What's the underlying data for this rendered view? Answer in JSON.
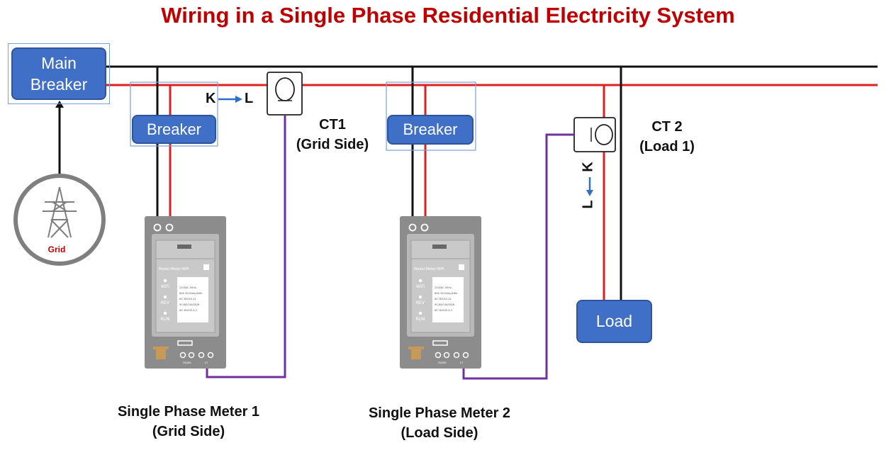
{
  "title": "Wiring in a Single Phase Residential Electricity System",
  "main_breaker": {
    "line1": "Main",
    "line2": "Breaker"
  },
  "grid": {
    "label": "Grid"
  },
  "breaker1": {
    "label": "Breaker"
  },
  "breaker2": {
    "label": "Breaker"
  },
  "ct1": {
    "k": "K",
    "l": "L",
    "line1": "CT1",
    "line2": "(Grid Side)"
  },
  "ct2": {
    "k": "K",
    "l": "L",
    "line1": "CT 2",
    "line2": "(Load 1)"
  },
  "load": {
    "label": "Load"
  },
  "meter1": {
    "model": "Model:Meter-WiFi",
    "ind_wifi": "WiFi",
    "ind_rev": "REV",
    "ind_run": "RUN",
    "spec1": "220VAC 50Hz",
    "spec2": "60A 3200imp/kWh",
    "spec3": "IEC 62053-21",
    "spec4": "50-60V/3A/GB/6",
    "spec5": "IEC 61000-4-2",
    "port_label1": "RS485",
    "port_label2": "CT",
    "caption1": "Single Phase Meter 1",
    "caption2": "(Grid Side)"
  },
  "meter2": {
    "model": "Model:Meter-WiFi",
    "ind_wifi": "WiFi",
    "ind_rev": "REV",
    "ind_run": "RUN",
    "spec1": "220VAC 50Hz",
    "spec2": "60A 3200imp/kWh",
    "spec3": "IEC 62053-21",
    "spec4": "50-60V/3A/GB/6",
    "spec5": "IEC 61000-4-2",
    "port_label1": "RS485",
    "port_label2": "CT",
    "caption1": "Single Phase Meter 2",
    "caption2": "(Load Side)"
  },
  "colors": {
    "live": "#e02020",
    "neutral": "#111111",
    "ct_wire": "#7030a0",
    "box": "#3f6fc6",
    "title": "#c00000",
    "meter_body": "#8c8c8c"
  }
}
